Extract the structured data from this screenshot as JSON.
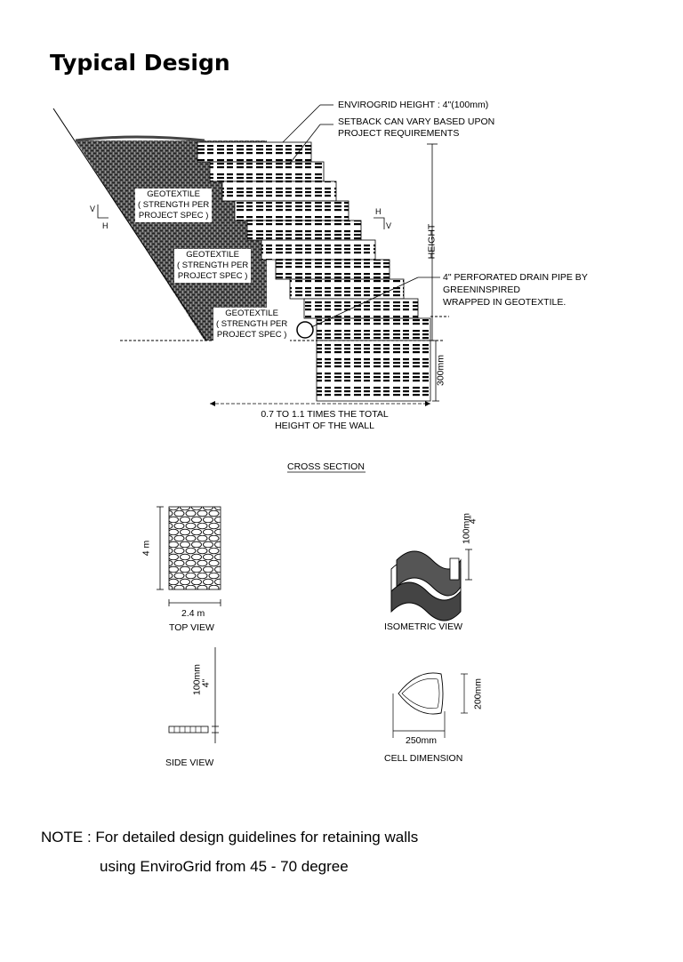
{
  "title": "Typical Design",
  "cross_section": {
    "callout_height": "ENVIROGRID HEIGHT : 4\"(100mm)",
    "callout_setback_1": "SETBACK CAN VARY BASED UPON",
    "callout_setback_2": "PROJECT REQUIREMENTS",
    "geotextile_1": "GEOTEXTILE",
    "geotextile_1_spec_1": "( STRENGTH PER",
    "geotextile_1_spec_2": "PROJECT SPEC )",
    "geotextile_2": "GEOTEXTILE",
    "geotextile_2_spec_1": "( STRENGTH PER",
    "geotextile_2_spec_2": "PROJECT SPEC )",
    "geotextile_3": "GEOTEXTILE",
    "geotextile_3_spec_1": "( STRENGTH PER",
    "geotextile_3_spec_2": "PROJECT SPEC )",
    "height_label": "HEIGHT",
    "drain_1": "4\" PERFORATED DRAIN PIPE BY",
    "drain_2": "GREENINSPIRED",
    "drain_3": "WRAPPED IN GEOTEXTILE.",
    "depth_label": "300mm",
    "length_1": "0.7 TO 1.1 TIMES THE TOTAL",
    "length_2": "HEIGHT OF THE WALL",
    "slope_v_left": "V",
    "slope_h_left": "H",
    "slope_h_right": "H",
    "slope_v_right": "V",
    "caption": "CROSS SECTION"
  },
  "top_view": {
    "height": "4 m",
    "width": "2.4 m",
    "caption": "TOP VIEW"
  },
  "isometric_view": {
    "dim_mm": "100mm",
    "dim_in": "4\"",
    "caption": "ISOMETRIC VIEW"
  },
  "side_view": {
    "dim_mm": "100mm",
    "dim_in": "4\"",
    "caption": "SIDE VIEW"
  },
  "cell_dimension": {
    "height": "200mm",
    "width": "250mm",
    "caption": "CELL DIMENSION"
  },
  "note": {
    "line_1": "NOTE : For detailed design guidelines for retaining walls",
    "line_2": "using EnviroGrid from 45 - 70 degree"
  }
}
